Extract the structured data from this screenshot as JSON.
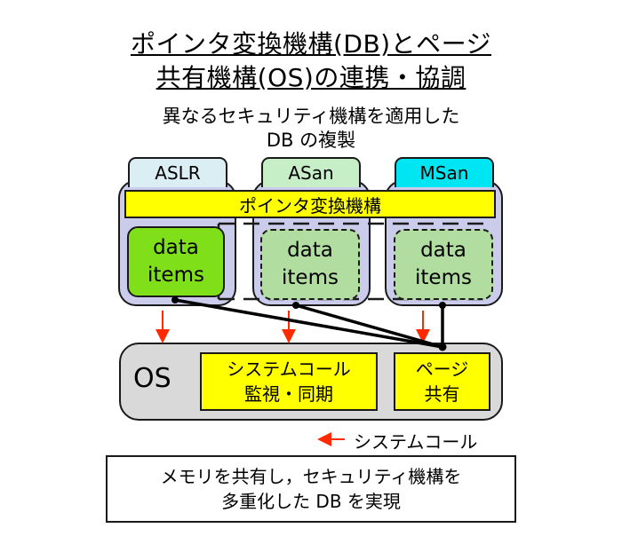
{
  "title": {
    "line1": "ポインタ変換機構(DB)とページ",
    "line2": "共有機構(OS)の連携・協調"
  },
  "subtitle": {
    "line1": "異なるセキュリティ機構を適用した",
    "line2": "DB の複製"
  },
  "replicas": [
    {
      "tab": "ASLR",
      "tab_color": "#dbeef4",
      "item_line1": "data",
      "item_line2": "items",
      "item_color": "#7fe01a",
      "item_border": "solid"
    },
    {
      "tab": "ASan",
      "tab_color": "#c6eec7",
      "item_line1": "data",
      "item_line2": "items",
      "item_color": "#b1dda0",
      "item_border": "dashed"
    },
    {
      "tab": "MSan",
      "tab_color": "#00e5f2",
      "item_line1": "data",
      "item_line2": "items",
      "item_color": "#b1dda0",
      "item_border": "dashed"
    }
  ],
  "pointer_mechanism": "ポインタ変換機構",
  "os": {
    "label": "OS",
    "syscall_monitor": {
      "line1": "システムコール",
      "line2": "監視・同期"
    },
    "page_share": {
      "line1": "ページ",
      "line2": "共有"
    }
  },
  "legend": {
    "label": "システムコール",
    "arrow_color": "#ff2a00"
  },
  "conclusion": {
    "line1": "メモリを共有し，セキュリティ機構を",
    "line2": "多重化した DB を実現"
  }
}
